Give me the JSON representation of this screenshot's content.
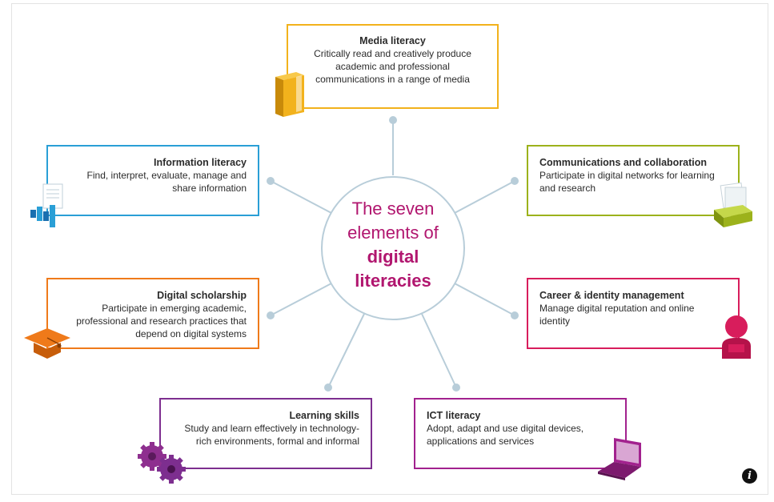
{
  "center": {
    "line1": "The seven",
    "line2": "elements of",
    "line3": "digital",
    "line4": "literacies"
  },
  "elements": {
    "media": {
      "title": "Media literacy",
      "desc": "Critically read and creatively produce academic and professional communications in a range of media",
      "color": "#f2b21c"
    },
    "information": {
      "title": "Information literacy",
      "desc": "Find, interpret, evaluate, manage and share information",
      "color": "#2a9fd6"
    },
    "communications": {
      "title": "Communications and collaboration",
      "desc": "Participate in digital networks for learning and research",
      "color": "#9cb21b"
    },
    "scholarship": {
      "title": "Digital scholarship",
      "desc": "Participate in emerging academic, professional and research practices that depend on digital systems",
      "color": "#ef7a1a"
    },
    "career": {
      "title": "Career & identity management",
      "desc": "Manage digital reputation and online identity",
      "color": "#d81d5c"
    },
    "learning": {
      "title": "Learning skills",
      "desc": "Study and learn effectively in technology-rich environments, formal and informal",
      "color": "#7d2e8f"
    },
    "ict": {
      "title": "ICT literacy",
      "desc": "Adopt, adapt and use digital devices, applications and services",
      "color": "#a2218e"
    }
  },
  "colors": {
    "connector": "#b8cdd9",
    "center_text": "#b1166f"
  },
  "icons": {
    "media": "book-icon",
    "information": "document-chart-icon",
    "communications": "card-box-icon",
    "scholarship": "graduation-cap-icon",
    "career": "person-icon",
    "learning": "gears-icon",
    "ict": "laptop-icon",
    "info": "info-icon"
  },
  "info_button": "i"
}
